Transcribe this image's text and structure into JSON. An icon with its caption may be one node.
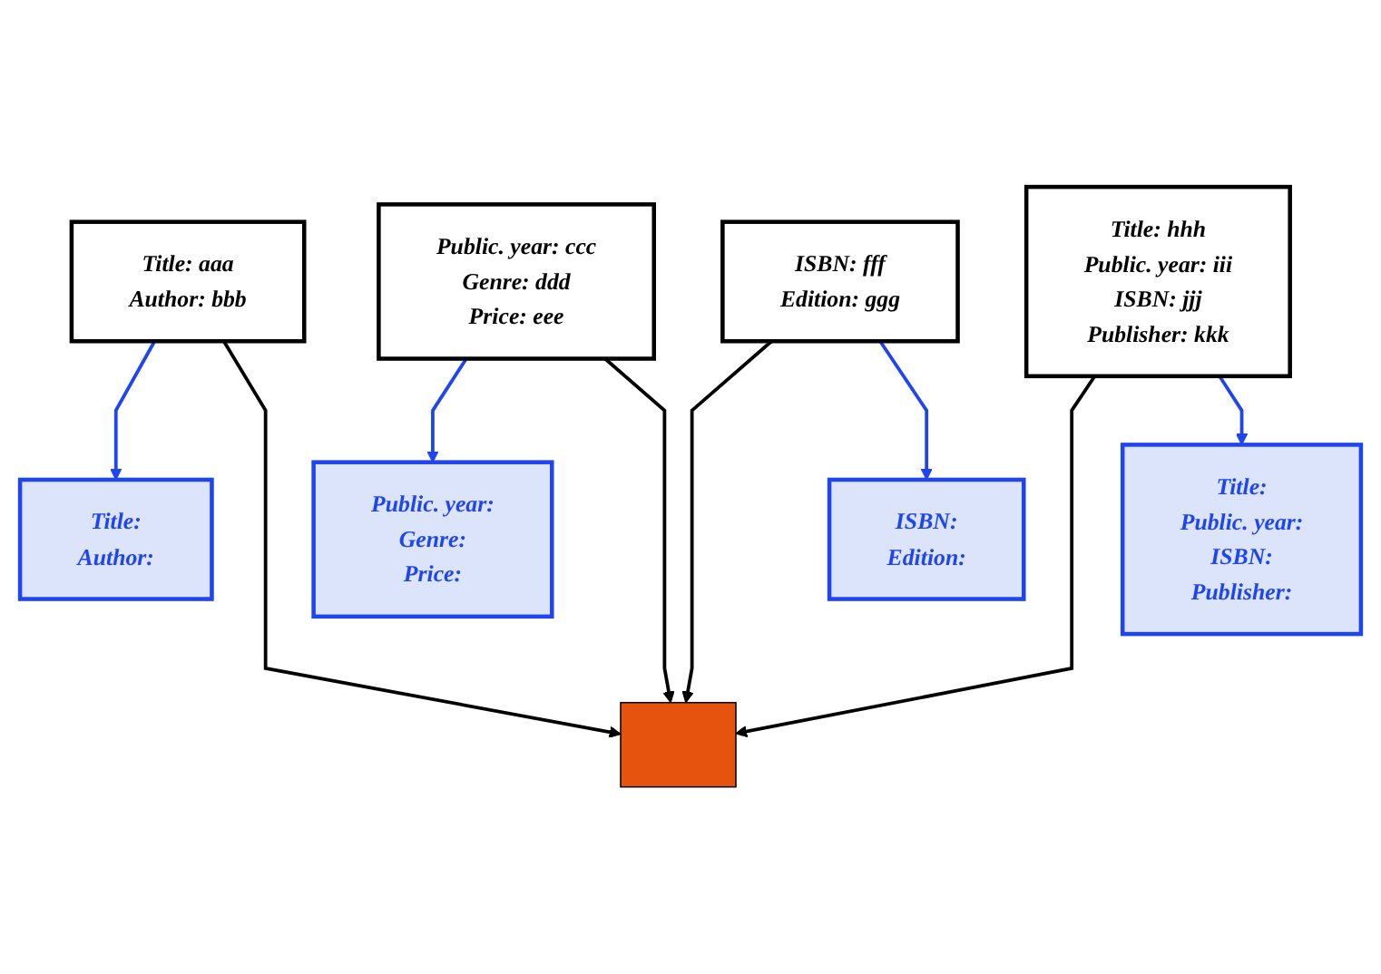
{
  "diagram": {
    "nodes": [
      {
        "text": [
          "Title:",
          "Author:"
        ]
      },
      {
        "text": [
          "Public. year:",
          "Genre:",
          "Price:"
        ]
      },
      {
        "text": [
          "Title: aaa",
          "Author: bbb"
        ]
      },
      {
        "text": [
          "Public. year: ccc",
          "Genre: ddd",
          "Price: eee"
        ]
      },
      {
        "text": [
          "ISBN: fff",
          "Edition: ggg"
        ]
      },
      {
        "text": [
          "Title: hhh",
          "Public. year: iii",
          "ISBN: jjj",
          "Publisher: kkk"
        ]
      },
      {
        "text": [],
        "shape": "box"
      },
      {
        "text": [
          "ISBN:",
          "Edition:"
        ]
      },
      {
        "text": [
          "Title:",
          "Public. year:",
          "ISBN:",
          "Publisher:"
        ]
      }
    ],
    "edges": [
      {
        "from": 2,
        "to": 0,
        "arrow": "to",
        "color": "#1f45f0"
      },
      {
        "from": 3,
        "to": 1,
        "arrow": "to",
        "color": "#1f45f0"
      },
      {
        "from": 2,
        "to": 6,
        "arrow": "to",
        "color": "#000000"
      },
      {
        "from": 3,
        "to": 6,
        "arrow": "to",
        "color": "#000000"
      },
      {
        "from": 4,
        "to": 6,
        "arrow": "to",
        "color": "#000000"
      },
      {
        "from": 5,
        "to": 6,
        "arrow": "to",
        "color": "#000000"
      },
      {
        "from": 4,
        "to": 7,
        "arrow": "to",
        "color": "#1f45f0"
      },
      {
        "from": 5,
        "to": 8,
        "arrow": "to",
        "color": "#1f45f0"
      }
    ]
  }
}
